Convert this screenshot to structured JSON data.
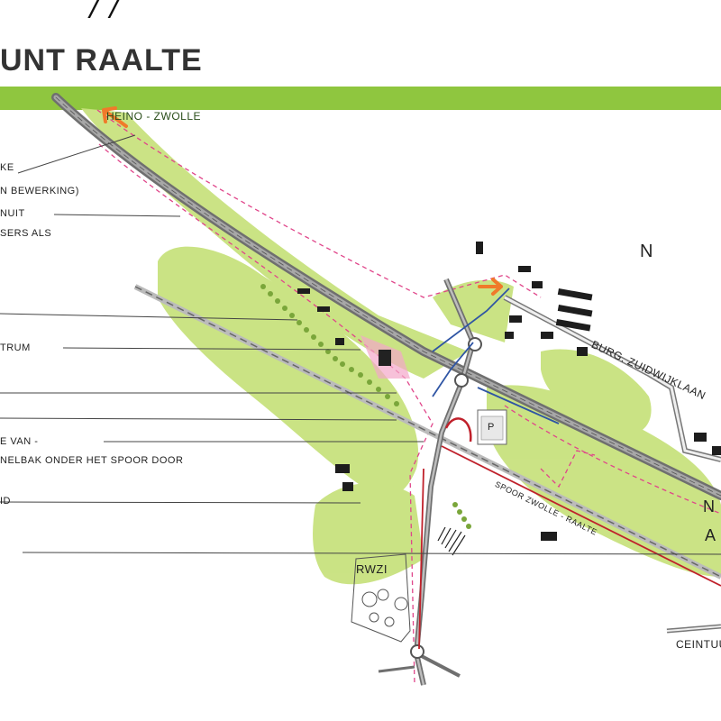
{
  "page": {
    "title": "UNT RAALTE",
    "top_script": "/ /"
  },
  "map": {
    "north_label": "N",
    "road_labels": {
      "top_route": "HEINO - ZWOLLE",
      "burg": "BURG. ZUIDWIJKLAAN",
      "rail": "SPOOR ZWOLLE - RAALTE",
      "rwzi": "RWZI",
      "ceintuur": "CEINTUU",
      "right_edge_a": "N",
      "right_edge_b": "A",
      "parking": "P"
    },
    "legend_texts": [
      "KE",
      "N BEWERKING)",
      "NUIT",
      "SERS ALS",
      "TRUM",
      "E VAN -",
      "NELBAK ONDER HET SPOOR DOOR",
      "ID"
    ],
    "colors": {
      "green_area": "#c8e27e",
      "band": "#8fc63f",
      "road": "#6f6f6f",
      "accent_arrow": "#f07a2a",
      "red_route": "#c0212b",
      "blue_route": "#2f55a4",
      "pink_zone": "#f3a7c9"
    }
  }
}
